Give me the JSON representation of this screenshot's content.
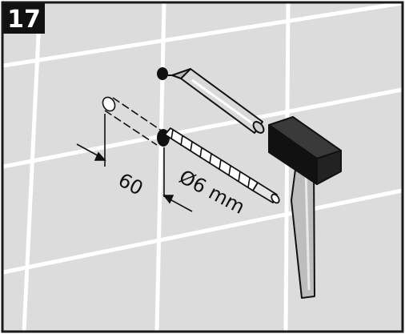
{
  "step": {
    "number": "17"
  },
  "labels": {
    "depth": "60",
    "diameter": "Ø6 mm"
  },
  "icons": {
    "drill_bit": "drill-bit-icon",
    "marker_pen": "marker-pen-icon",
    "hammer": "hammer-icon",
    "wall_plug": "wall-plug-icon"
  },
  "colors": {
    "wall": "#dcdcdc",
    "grout": "#ffffff",
    "ink": "#111111",
    "frame": "#1a1a1a",
    "badge": "#111111"
  }
}
